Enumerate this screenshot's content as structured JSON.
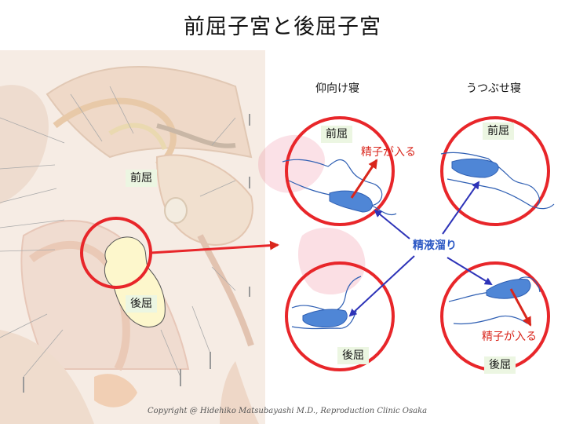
{
  "title": "前屈子宮と後屈子宮",
  "headers": {
    "supine": "仰向け寝",
    "prone": "うつぶせ寝"
  },
  "anatomy": {
    "anteflexion": "前屈",
    "retroflexion": "後屈"
  },
  "circles": {
    "supine_ante": {
      "label": "前屈",
      "note": "精子が入る"
    },
    "prone_ante": {
      "label": "前屈"
    },
    "supine_retro": {
      "label": "後屈"
    },
    "prone_retro": {
      "label": "後屈",
      "note": "精子が入る"
    }
  },
  "center_label": "精液溜り",
  "copyright": "Copyright @ Hidehiko Matsubayashi M.D., Reproduction Clinic Osaka",
  "colors": {
    "accent_red": "#e8262a",
    "arrow_blue": "#2d33b8",
    "pool_blue": "#4f86d6",
    "text_red": "#d9261c"
  }
}
